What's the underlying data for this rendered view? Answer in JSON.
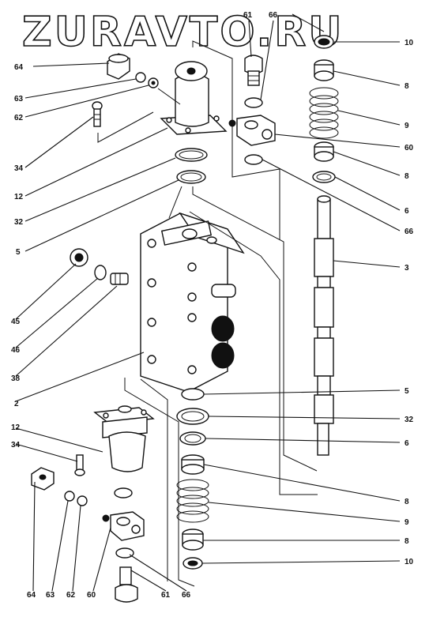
{
  "watermark": "ZURAVTO.RU",
  "labels": {
    "l64a": "64",
    "l63a": "63",
    "l62a": "62",
    "l34a": "34",
    "l12a": "12",
    "l32a": "32",
    "l5a": "5",
    "l45": "45",
    "l46": "46",
    "l38": "38",
    "l2": "2",
    "l12b": "12",
    "l34b": "34",
    "l64b": "64",
    "l63b": "63",
    "l62b": "62",
    "l60b": "60",
    "l61b": "61",
    "l66b": "66",
    "l61t": "61",
    "l66t": "66",
    "r10a": "10",
    "r8a": "8",
    "r9a": "9",
    "r60": "60",
    "r8b": "8",
    "r6a": "6",
    "r66": "66",
    "r3": "3",
    "r5": "5",
    "r32": "32",
    "r6b": "6",
    "r8c": "8",
    "r9b": "9",
    "r8d": "8",
    "r10b": "10"
  }
}
